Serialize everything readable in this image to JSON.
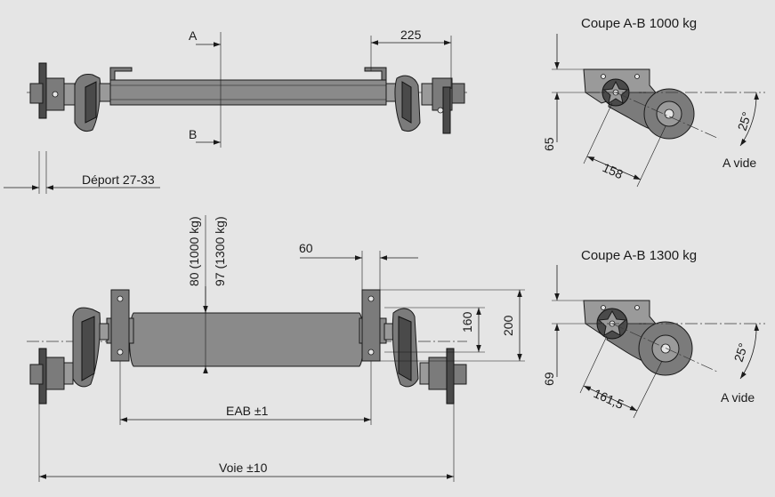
{
  "section_1000": {
    "title": "Coupe A-B 1000 kg",
    "dim_height": "65",
    "dim_length": "158",
    "angle": "25°",
    "state": "A vide"
  },
  "section_1300": {
    "title": "Coupe A-B 1300 kg",
    "dim_height": "69",
    "dim_length": "161,5",
    "angle": "25°",
    "state": "A vide"
  },
  "top_view": {
    "dim_offset": "225",
    "section_a": "A",
    "section_b": "B",
    "deport": "Déport 27-33"
  },
  "front_view": {
    "dim_60": "60",
    "dim_160": "160",
    "dim_200": "200",
    "tube_1000": "80 (1000 kg)",
    "tube_1300": "97 (1300 kg)",
    "eab": "EAB ±1",
    "voie": "Voie ±10"
  }
}
